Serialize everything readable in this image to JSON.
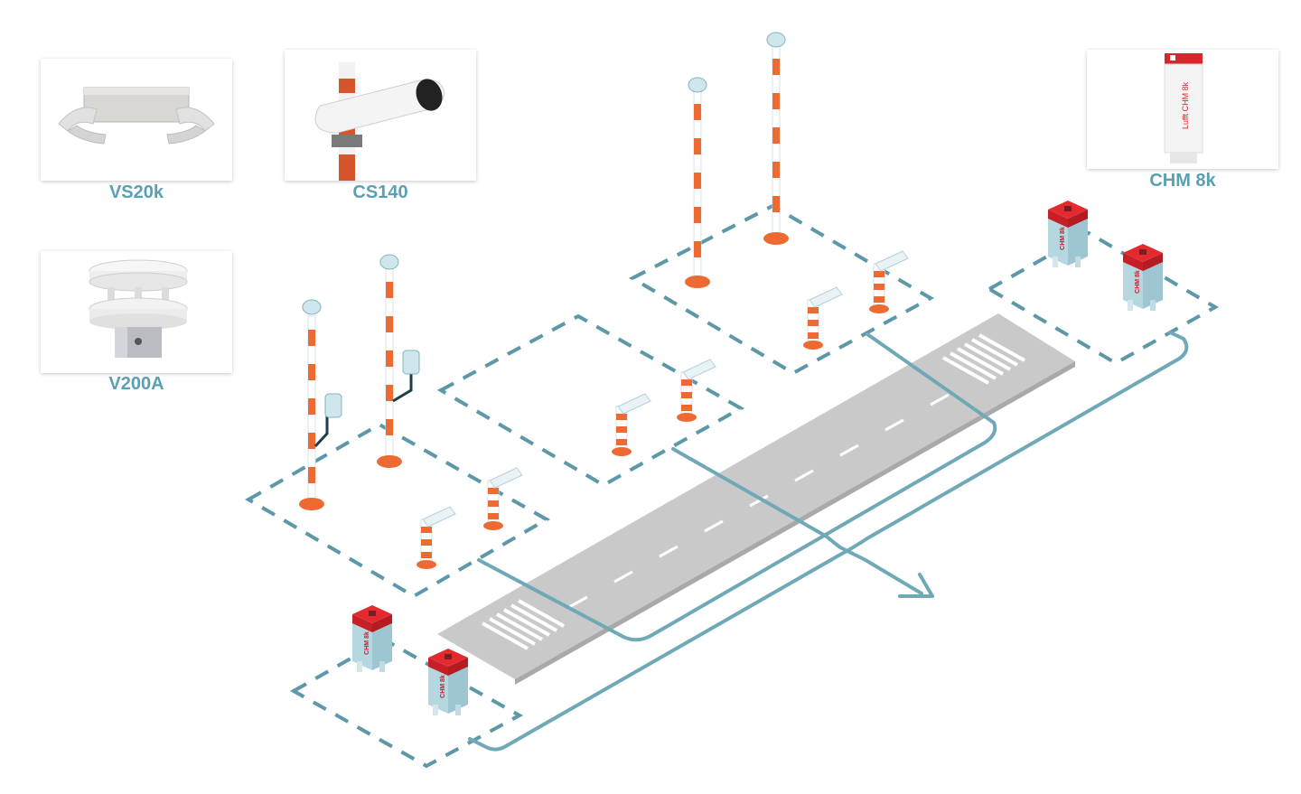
{
  "products": {
    "vs20k": {
      "label": "VS20k",
      "icon": "visibility-sensor-icon"
    },
    "cs140": {
      "label": "CS140",
      "icon": "present-weather-sensor-icon"
    },
    "v200a": {
      "label": "V200A",
      "icon": "ultrasonic-wind-sensor-icon"
    },
    "chm8k": {
      "label": "CHM 8k",
      "icon": "ceilometer-icon",
      "device_text": "Lufft CHM 8k"
    }
  },
  "ceilometer_device_text": "CHM 8k",
  "colors": {
    "accent": "#5aa0b2",
    "line": "#6fa9b8",
    "dash": "#5d98a8",
    "runway": "#c8c8c8",
    "mast_orange": "#ee6a33",
    "ceilometer_red": "#d8242b"
  }
}
